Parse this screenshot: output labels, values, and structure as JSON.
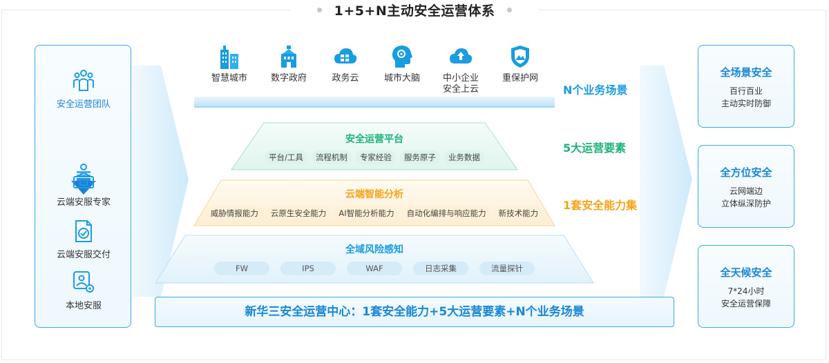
{
  "title": "1+5+N主动安全运营体系",
  "left_panel": {
    "items": [
      {
        "label": "安全运营团队",
        "icon": "team-icon"
      },
      {
        "label": "云端安服专家",
        "icon": "expert-icon"
      },
      {
        "label": "云端安服交付",
        "icon": "delivery-icon"
      },
      {
        "label": "本地安服",
        "icon": "local-service-icon"
      }
    ]
  },
  "scenarios": {
    "items": [
      {
        "label": "智慧城市",
        "icon": "city-buildings-icon"
      },
      {
        "label": "数字政府",
        "icon": "government-icon"
      },
      {
        "label": "政务云",
        "icon": "cloud-grid-icon"
      },
      {
        "label": "城市大脑",
        "icon": "brain-icon"
      },
      {
        "label": "中小企业",
        "label2": "安全上云",
        "icon": "cloud-upload-icon"
      },
      {
        "label": "重保护网",
        "icon": "shield-icon"
      }
    ],
    "tier_label": "N个业务场景"
  },
  "tiers": [
    {
      "title": "安全运营平台",
      "label": "5大运营要素",
      "color": "#1bb27a",
      "chips": [
        "平台/工具",
        "流程机制",
        "专家经验",
        "服务原子",
        "业务数据"
      ]
    },
    {
      "title": "云端智能分析",
      "label": "1套安全能力集",
      "color": "#f5a31a",
      "chips": [
        "威胁情报能力",
        "云原生安全能力",
        "AI智能分析能力",
        "自动化编排与响应能力",
        "新技术能力"
      ]
    },
    {
      "title": "全域风险感知",
      "color": "#1a9ce0",
      "chips": [
        "FW",
        "IPS",
        "WAF",
        "日志采集",
        "流量探针"
      ]
    }
  ],
  "banner": "新华三安全运营中心：1套安全能力+5大运营要素+N个业务场景",
  "right_panel": [
    {
      "title": "全场景安全",
      "line1": "百行百业",
      "line2": "主动实时防御"
    },
    {
      "title": "全方位安全",
      "line1": "云网端边",
      "line2": "立体纵深防护"
    },
    {
      "title": "全天候安全",
      "line1": "7*24小时",
      "line2": "安全运营保障"
    }
  ],
  "colors": {
    "accent": "#1a86d6",
    "green": "#1bb27a",
    "orange": "#f5a31a",
    "blue": "#1a9ce0"
  }
}
